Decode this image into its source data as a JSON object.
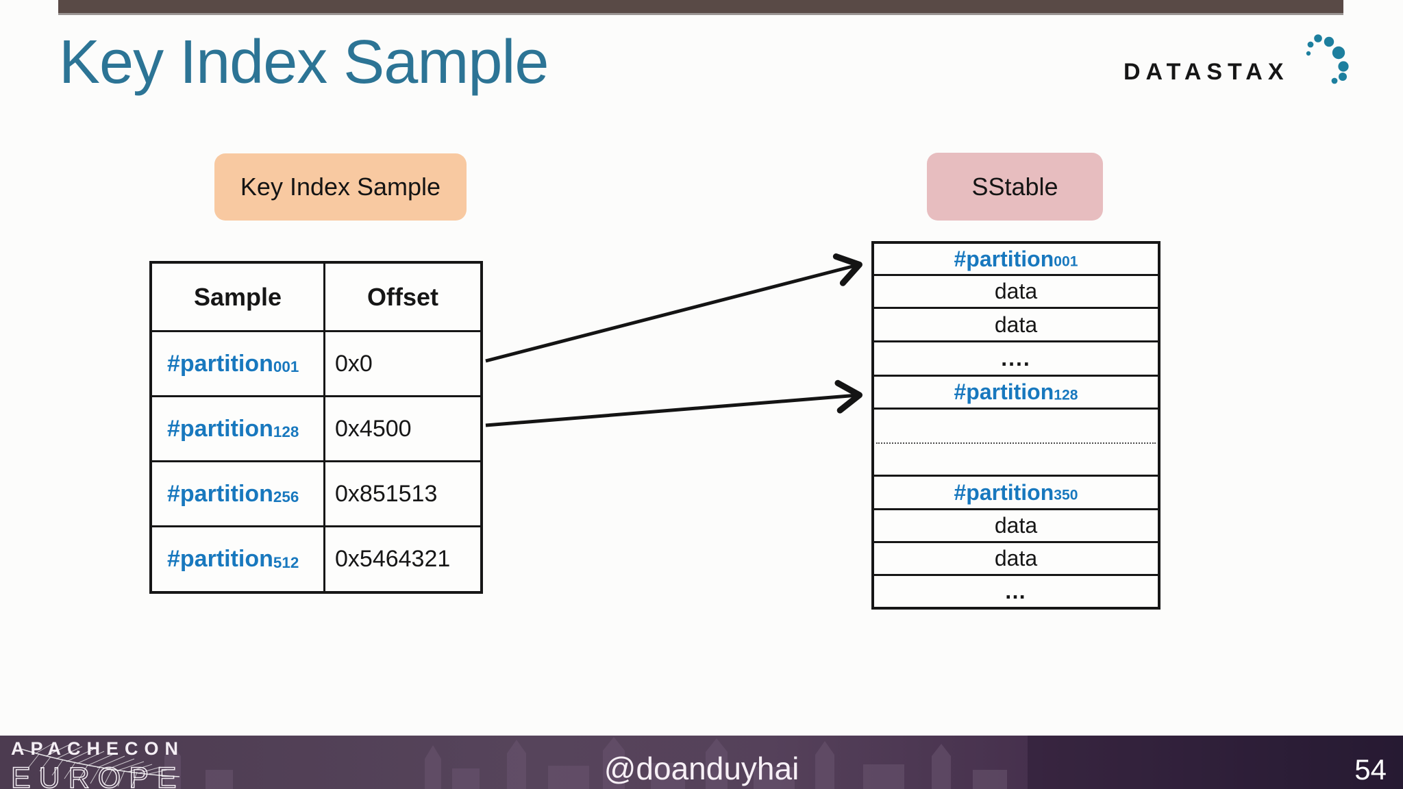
{
  "title": "Key Index Sample",
  "logo": {
    "text": "DATASTAX",
    "dot_color": "#1d7f9e",
    "text_color": "#161616"
  },
  "labels": {
    "key_index_sample": "Key Index Sample",
    "sstable": "SStable"
  },
  "key_index_table": {
    "headers": [
      "Sample",
      "Offset"
    ],
    "rows": [
      {
        "sample_base": "#partition",
        "sample_sub": "001",
        "offset": "0x0"
      },
      {
        "sample_base": "#partition",
        "sample_sub": "128",
        "offset": "0x4500"
      },
      {
        "sample_base": "#partition",
        "sample_sub": "256",
        "offset": "0x851513"
      },
      {
        "sample_base": "#partition",
        "sample_sub": "512",
        "offset": "0x5464321"
      }
    ]
  },
  "sstable_rows": [
    {
      "type": "partition",
      "base": "#partition",
      "sub": "001"
    },
    {
      "type": "data",
      "text": "data"
    },
    {
      "type": "data",
      "text": "data"
    },
    {
      "type": "dots",
      "text": "...."
    },
    {
      "type": "partition",
      "base": "#partition",
      "sub": "128"
    },
    {
      "type": "gap",
      "text": ""
    },
    {
      "type": "partition",
      "base": "#partition",
      "sub": "350"
    },
    {
      "type": "data",
      "text": "data"
    },
    {
      "type": "data",
      "text": "data"
    },
    {
      "type": "dots",
      "text": "…"
    }
  ],
  "footer": {
    "conference_line1": "APACHECON",
    "conference_line2": "EUROPE",
    "handle": "@doanduyhai",
    "page_number": "54"
  },
  "colors": {
    "title_teal": "#2c7495",
    "partition_blue": "#1878be",
    "peach_box": "#f8c9a1",
    "pink_box": "#e7bdbf",
    "top_bar_brown": "#594a46",
    "footer_purple": "#4c3b50"
  }
}
